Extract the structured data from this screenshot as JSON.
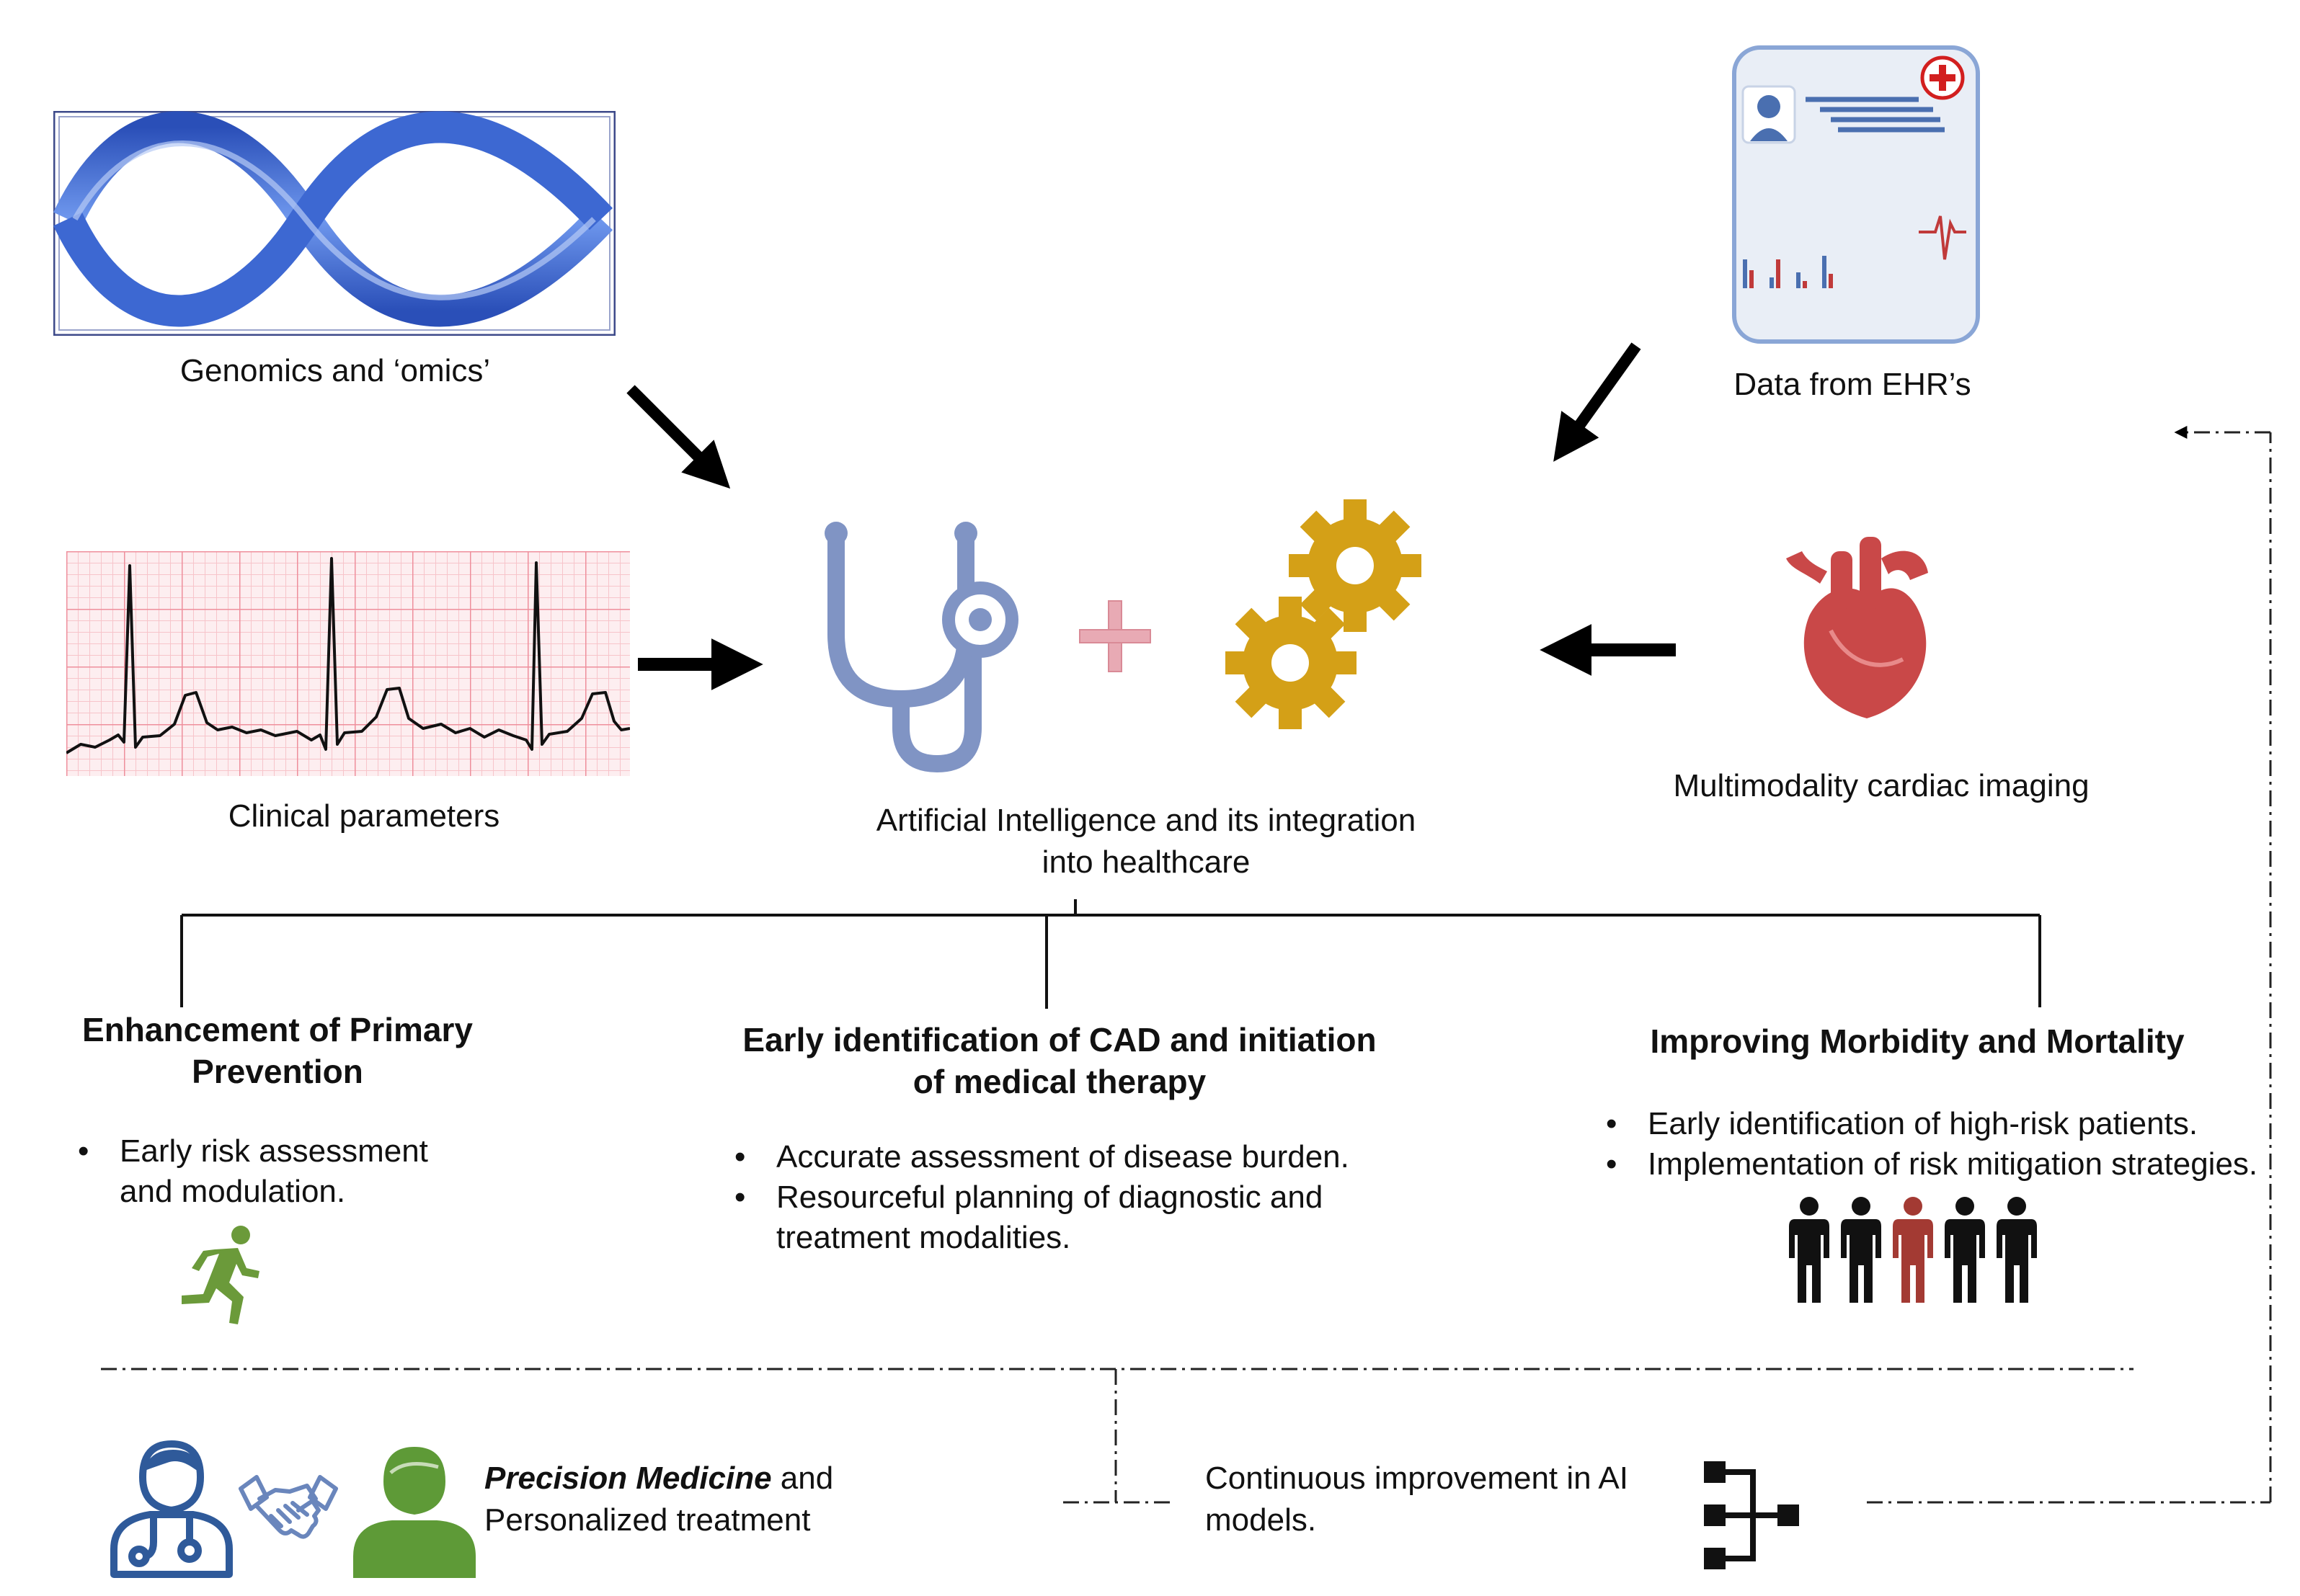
{
  "inputs": {
    "genomics": {
      "label": "Genomics and ‘omics’",
      "icon": "dna-helix-icon"
    },
    "ehr": {
      "label": "Data from EHR’s",
      "icon": "health-record-card-icon"
    },
    "clinical": {
      "label": "Clinical parameters",
      "icon": "ecg-strip-icon"
    },
    "imaging": {
      "label": "Multimodality cardiac imaging",
      "icon": "heart-icon"
    }
  },
  "center": {
    "label_line1": "Artificial Intelligence and its integration",
    "label_line2": "into healthcare",
    "icons": [
      "stethoscope-icon",
      "plus-icon",
      "gears-icon"
    ]
  },
  "outcomes": [
    {
      "heading_line1": "Enhancement of Primary",
      "heading_line2": "Prevention",
      "bullets": [
        {
          "line1": "Early risk assessment",
          "line2": "and modulation."
        }
      ],
      "icon": "running-person-icon"
    },
    {
      "heading_line1": "Early identification of CAD and initiation",
      "heading_line2": "of medical therapy",
      "bullets": [
        {
          "line1": "Accurate assessment of disease burden.",
          "line2": ""
        },
        {
          "line1": "Resourceful planning of diagnostic and",
          "line2": "treatment modalities."
        }
      ]
    },
    {
      "heading_line1": "Improving Morbidity and Mortality",
      "heading_line2": "",
      "bullets": [
        {
          "line1": "Early identification of high-risk patients.",
          "line2": ""
        },
        {
          "line1": "Implementation of risk mitigation strategies.",
          "line2": ""
        }
      ],
      "icon": "population-icon"
    }
  ],
  "footer": {
    "precision_bold": "Precision Medicine",
    "precision_rest": " and",
    "precision_line2": "Personalized treatment",
    "improve_line1": "Continuous improvement in AI",
    "improve_line2": "models."
  },
  "colors": {
    "dna_blue": "#3f6fd6",
    "stethoscope": "#8094c4",
    "gear": "#d4a017",
    "plus": "#e8aab4",
    "heart": "#c94848",
    "ecg_grid": "#f2a3ad",
    "runner": "#6b9a3a",
    "person_highlight": "#a33a33",
    "patient_green": "#5e9a37",
    "doctor_blue": "#2f5a9a",
    "ehr_card": "#e8eef7"
  }
}
